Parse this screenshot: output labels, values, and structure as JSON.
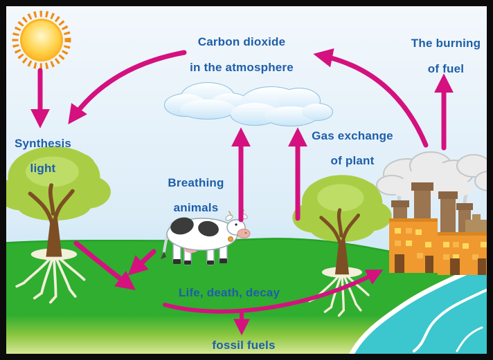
{
  "labels": {
    "carbon_dioxide": {
      "line1": "Carbon dioxide",
      "line2": "in the atmosphere"
    },
    "burning_of_fuel": {
      "line1": "The burning",
      "line2": "of fuel"
    },
    "synthesis_light": {
      "line1": "Synthesis",
      "line2": "light"
    },
    "breathing_animals": {
      "line1": "Breathing",
      "line2": "animals"
    },
    "gas_exchange": {
      "line1": "Gas exchange",
      "line2": "of plant"
    },
    "life_death_decay": "Life, death, decay",
    "fossil_fuels": "fossil fuels"
  },
  "palette": {
    "label_text": "#1e5ea9",
    "arrow": "#d4117e",
    "sky_top": "#f4f8fc",
    "sky_horizon": "#a9d9f0",
    "grass_top": "#2fae2f",
    "grass_bottom": "#eef2b4",
    "water": "#3cc6ce",
    "sun_core": "#ffd24a",
    "sun_rays": "#ef8c12",
    "tree_canopy": "#a9ce45",
    "tree_trunk": "#7d4e24",
    "factory_wall": "#f0992f",
    "chimney": "#9b7450",
    "smoke": "#ebebeb",
    "frame": "#0b0b0b"
  },
  "artwork_icons": [
    "sun-icon",
    "cloud-icon",
    "tree-icon",
    "cow-icon",
    "factory-icon",
    "smoke-icon",
    "shore-water-icon"
  ],
  "arrows": [
    "arrow-sunlight-down",
    "arrow-co2-to-synthesis",
    "arrow-factory-to-atmosphere",
    "arrow-burning-up",
    "arrow-breathing-up",
    "arrow-gas-exchange-up",
    "arrow-tree-to-decay",
    "arrow-cow-to-decay",
    "arrow-decay-to-factory",
    "arrow-decay-to-fossil"
  ]
}
